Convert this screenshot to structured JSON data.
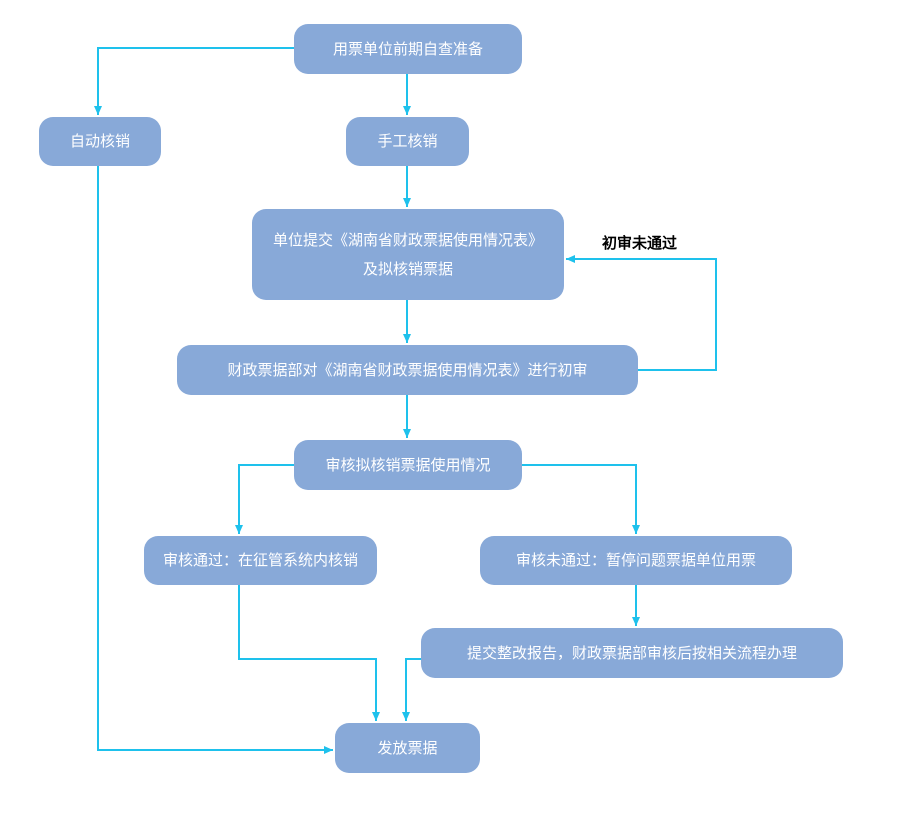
{
  "diagram": {
    "colors": {
      "node_fill": "#88a9d8",
      "node_text": "#ffffff",
      "arrow": "#1ec1ec"
    },
    "nodes": {
      "prep": "用票单位前期自查准备",
      "auto_writeoff": "自动核销",
      "manual_writeoff": "手工核销",
      "submit_line1": "单位提交《湖南省财政票据使用情况表》",
      "submit_line2": "及拟核销票据",
      "initial_review": "财政票据部对《湖南省财政票据使用情况表》进行初审",
      "review_usage": "审核拟核销票据使用情况",
      "review_pass": "审核通过：在征管系统内核销",
      "review_fail": "审核未通过：暂停问题票据单位用票",
      "rectify": "提交整改报告，财政票据部审核后按相关流程办理",
      "issue": "发放票据"
    },
    "labels": {
      "initial_fail": "初审未通过"
    }
  }
}
